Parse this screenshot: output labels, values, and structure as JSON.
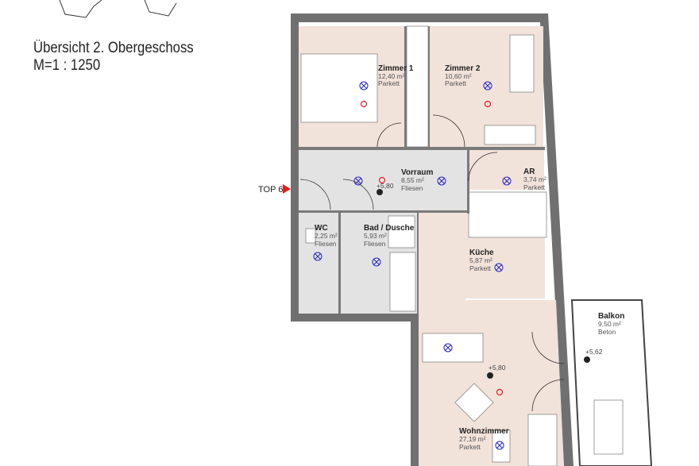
{
  "header": {
    "title": "Übersicht 2. Obergeschoss",
    "scale": "M=1 : 1250"
  },
  "entrance_label": "TOP 6",
  "colors": {
    "room_floor_parquet": "#f1e2da",
    "room_floor_tiles": "#e3e3e3",
    "wall": "#6e6e6e",
    "electrical": "#2323c8",
    "marker": "#e02020"
  },
  "rooms": [
    {
      "name": "Zimmer 1",
      "area": "12,40 m²",
      "floor": "Parkett"
    },
    {
      "name": "Zimmer 2",
      "area": "10,60 m²",
      "floor": "Parkett"
    },
    {
      "name": "Vorraum",
      "area": "8,55 m²",
      "floor": "Fliesen"
    },
    {
      "name": "AR",
      "area": "3,74 m²",
      "floor": "Parkett"
    },
    {
      "name": "WC",
      "area": "2,25 m²",
      "floor": "Fliesen"
    },
    {
      "name": "Bad / Dusche",
      "area": "5,93 m²",
      "floor": "Fliesen"
    },
    {
      "name": "Küche",
      "area": "5,87 m²",
      "floor": "Parkett"
    },
    {
      "name": "Wohnzimmer",
      "area": "27,19 m²",
      "floor": "Parkett"
    },
    {
      "name": "Balkon",
      "area": "9,50 m²",
      "floor": "Beton"
    }
  ],
  "levels": [
    "+5,80",
    "+5,80",
    "+5,62"
  ]
}
